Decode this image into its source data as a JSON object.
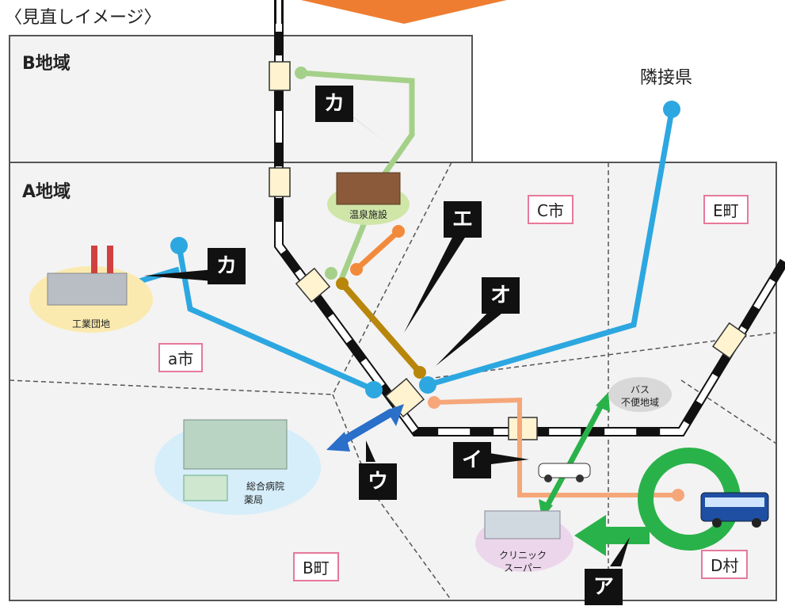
{
  "title": "〈見直しイメージ〉",
  "regions": {
    "b_area": "B地域",
    "a_area": "A地域",
    "neighbor_pref": "隣接県"
  },
  "towns": {
    "c_city": "C市",
    "e_town": "E町",
    "a_city": "a市",
    "b_town": "B町",
    "d_village": "D村"
  },
  "places": {
    "industrial_park": "工業団地",
    "hot_spring": "温泉施設",
    "hospital_line1": "総合病院",
    "hospital_line2": "薬局",
    "no_bus_line1": "バス",
    "no_bus_line2": "不便地域",
    "clinic_line1": "クリニック",
    "clinic_line2": "スーパー"
  },
  "callouts": {
    "ka_top": "カ",
    "ka_left": "カ",
    "e": "エ",
    "o": "オ",
    "i": "イ",
    "u": "ウ",
    "a": "ア"
  },
  "colors": {
    "blue_route": "#2da7e0",
    "green_route": "#a5d08a",
    "orange_route": "#f28a3c",
    "gold_route": "#b8860b",
    "salmon_route": "#f5a77a",
    "bright_green": "#2ab24a",
    "dark_blue": "#2a6fc9",
    "header_arrow": "#ee7d31"
  }
}
